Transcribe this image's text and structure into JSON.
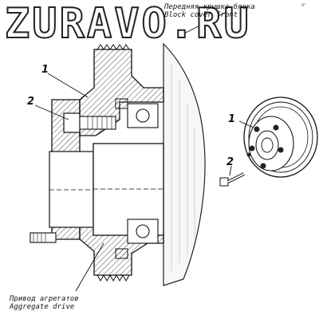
{
  "watermark": "ZURAVO.RU",
  "labels": {
    "block_cover_ru": "Передняя крышка блока",
    "block_cover_en": "Block cover front",
    "aggregate_drive_ru": "Привод агрегатов",
    "aggregate_drive_en": "Aggregate drive"
  },
  "callouts": {
    "one_main": "1",
    "two_main": "2",
    "one_detail": "1",
    "two_detail": "2"
  },
  "corner_mark": "A⁵"
}
